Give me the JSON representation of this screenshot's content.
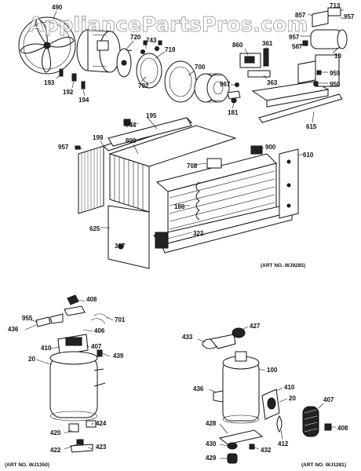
{
  "watermark": "AppliancePartsPros.com",
  "top_assembly": {
    "art_no": "(ART NO. WJ9285)",
    "labels": [
      "490",
      "720",
      "743",
      "719",
      "700",
      "702",
      "193",
      "192",
      "194",
      "860",
      "361",
      "363",
      "967",
      "181",
      "857",
      "713",
      "957",
      "957",
      "567",
      "10",
      "959",
      "950",
      "615",
      "744",
      "195",
      "957",
      "199",
      "800",
      "708",
      "900",
      "610",
      "186",
      "625",
      "322",
      "307"
    ]
  },
  "left_assembly": {
    "art_no": "(ART NO. WJ1350)",
    "labels": [
      "408",
      "955",
      "436",
      "701",
      "406",
      "410",
      "407",
      "439",
      "20",
      "424",
      "420",
      "422",
      "423"
    ]
  },
  "right_assembly": {
    "art_no": "(ART NO. WJ1281)",
    "labels": [
      "427",
      "433",
      "100",
      "436",
      "410",
      "20",
      "407",
      "412",
      "408",
      "428",
      "430",
      "432",
      "429"
    ]
  }
}
